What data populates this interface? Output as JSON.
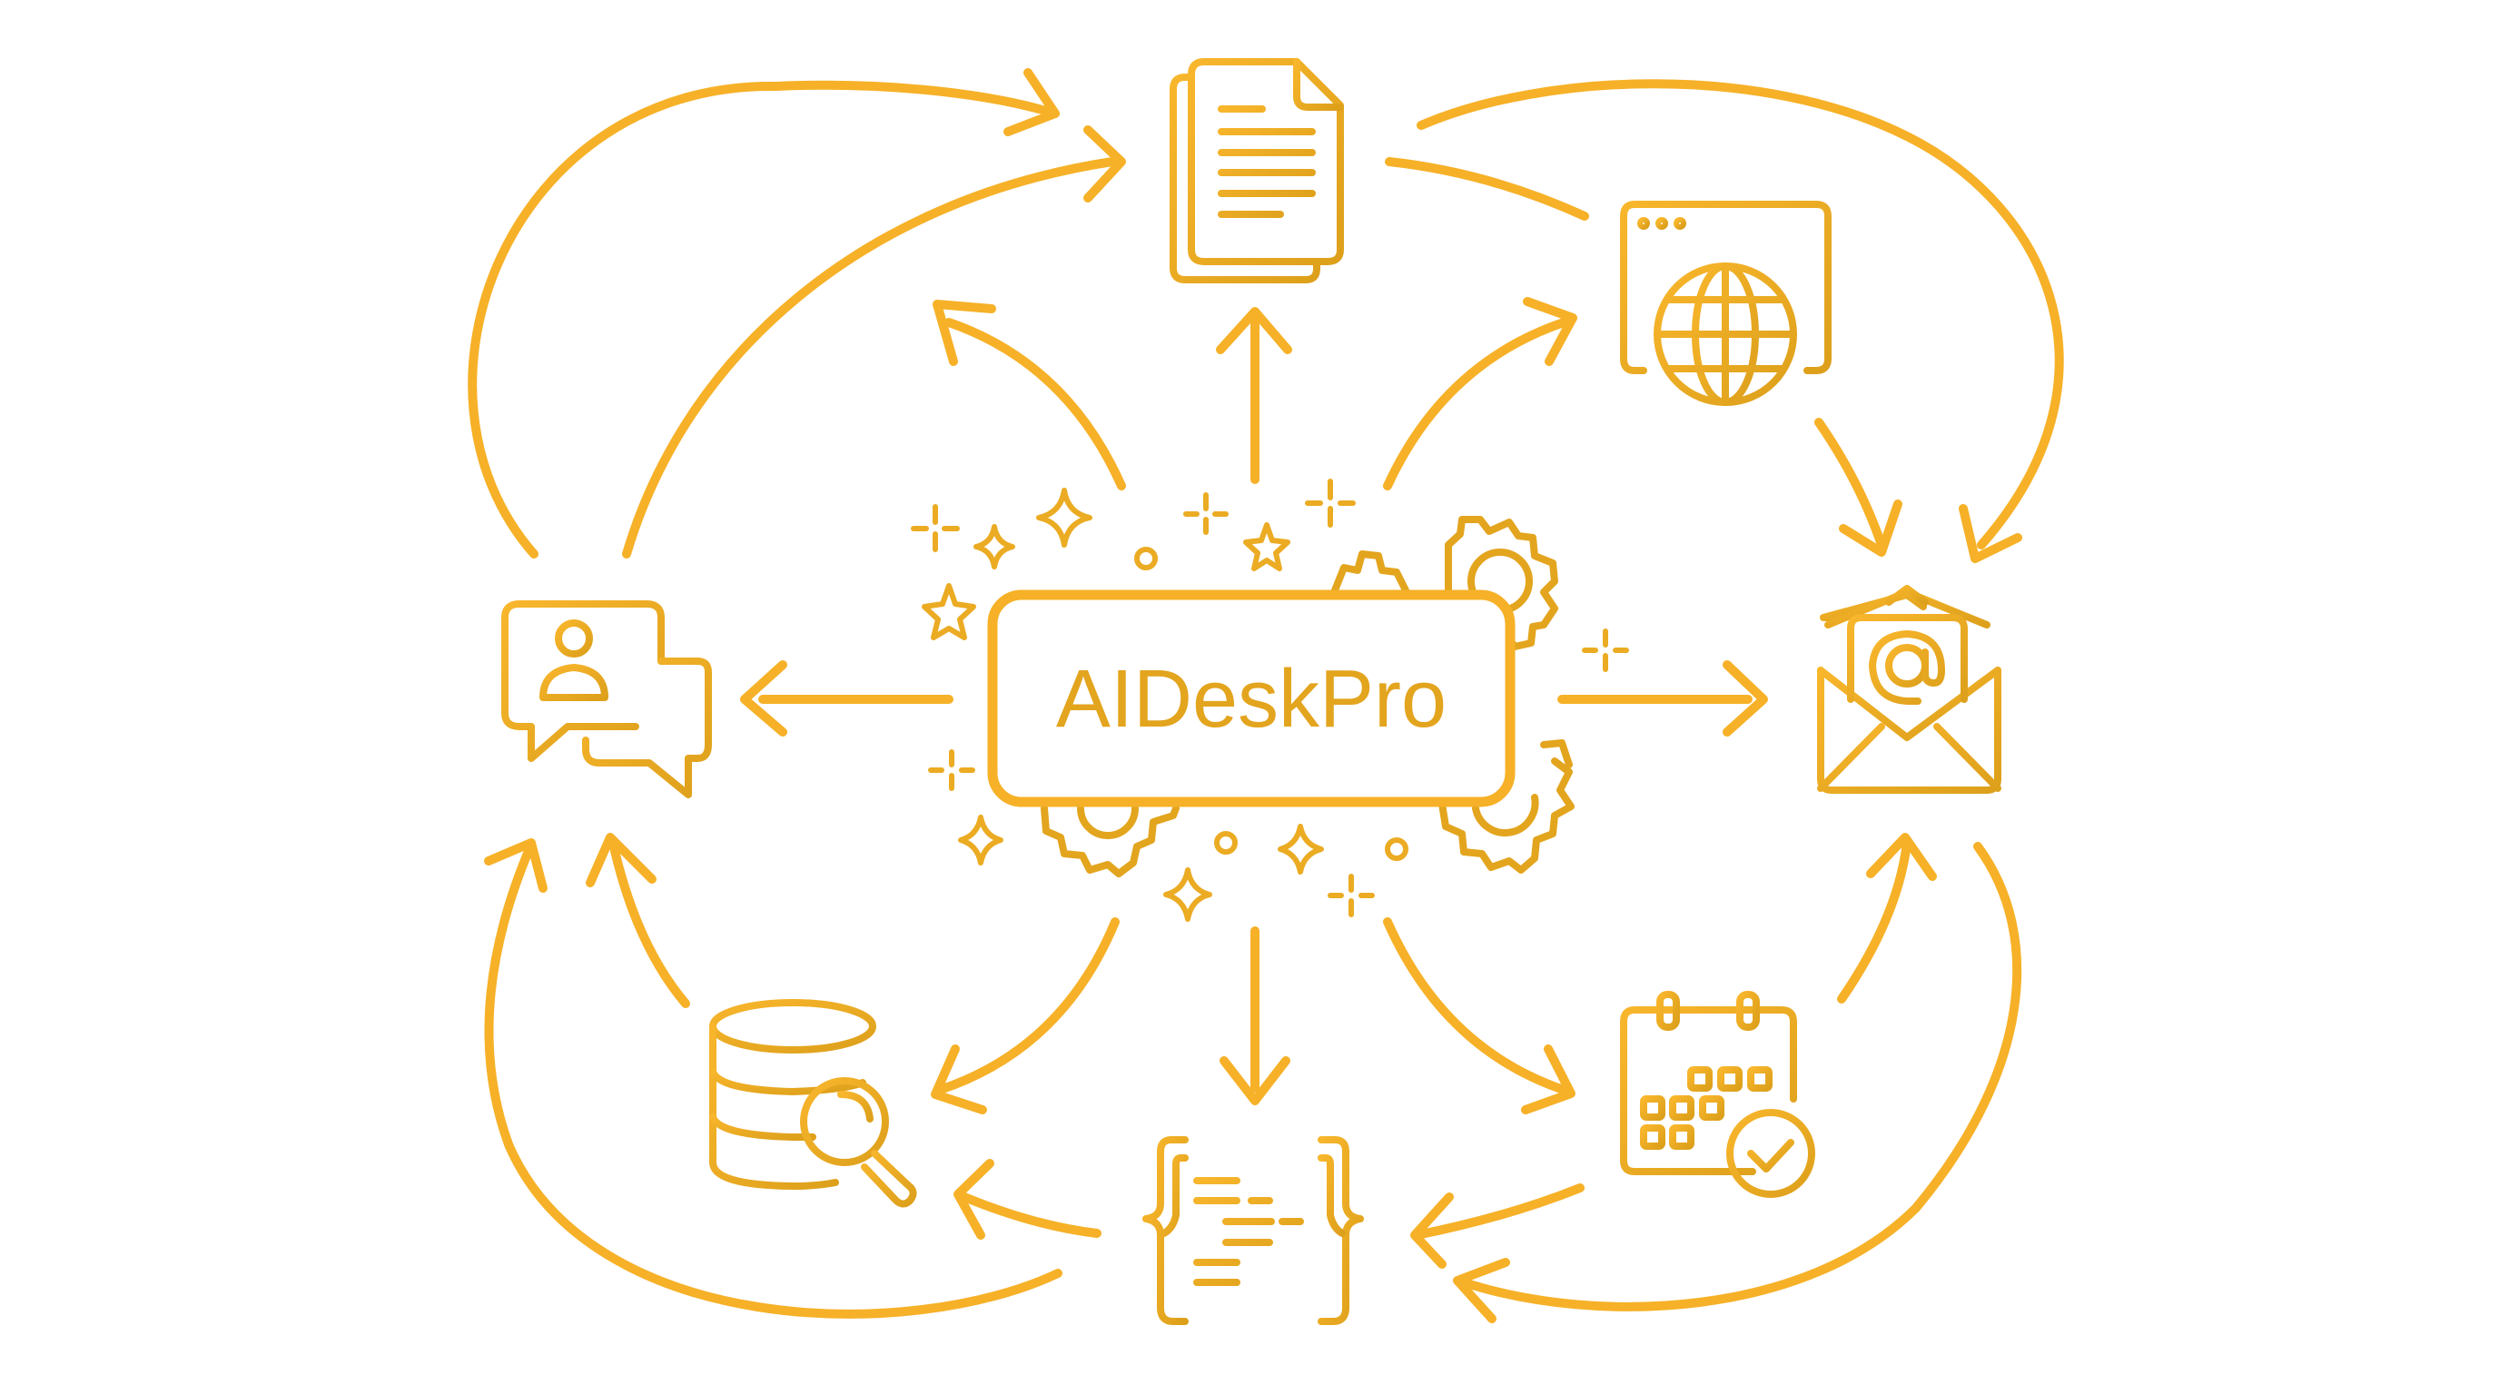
{
  "diagram": {
    "center_label": "AIDeskPro",
    "nodes": [
      {
        "id": "document",
        "icon": "document-icon"
      },
      {
        "id": "web",
        "icon": "web-browser-globe-icon"
      },
      {
        "id": "email",
        "icon": "email-envelope-icon"
      },
      {
        "id": "calendar",
        "icon": "calendar-check-icon"
      },
      {
        "id": "code",
        "icon": "code-braces-icon"
      },
      {
        "id": "database",
        "icon": "database-search-icon"
      },
      {
        "id": "chat",
        "icon": "user-chat-icon"
      }
    ],
    "colors": {
      "stroke": "#F6B128",
      "stroke_dark": "#E1A21D",
      "background": "#FFFFFF"
    }
  }
}
